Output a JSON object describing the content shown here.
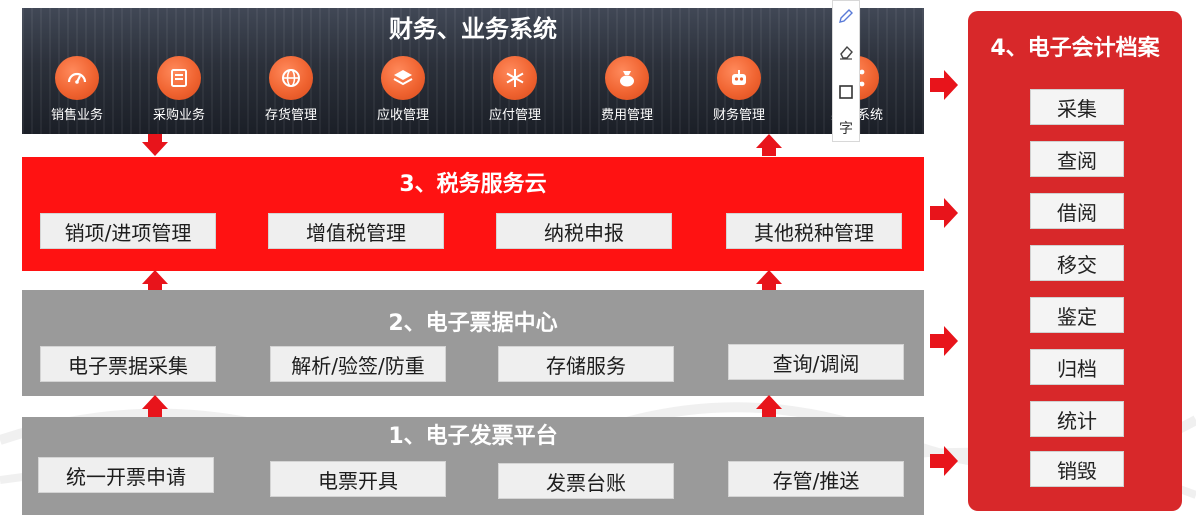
{
  "business_systems": {
    "title": "财务、业务系统",
    "items": [
      {
        "label": "销售业务",
        "icon": "gauge-icon"
      },
      {
        "label": "采购业务",
        "icon": "document-icon"
      },
      {
        "label": "存货管理",
        "icon": "globe-icon"
      },
      {
        "label": "应收管理",
        "icon": "layers-icon"
      },
      {
        "label": "应付管理",
        "icon": "snowflake-icon"
      },
      {
        "label": "费用管理",
        "icon": "money-bag-icon"
      },
      {
        "label": "财务管理",
        "icon": "robot-icon"
      },
      {
        "label": "办公系统",
        "icon": "share-icon"
      }
    ]
  },
  "tax_cloud": {
    "title": "3、税务服务云",
    "items": [
      "销项/进项管理",
      "增值税管理",
      "纳税申报",
      "其他税种管理"
    ]
  },
  "ebill_center": {
    "title": "2、电子票据中心",
    "items": [
      "电子票据采集",
      "解析/验签/防重",
      "存储服务",
      "查询/调阅"
    ]
  },
  "einvoice_platform": {
    "title": "1、电子发票平台",
    "items": [
      "统一开票申请",
      "电票开具",
      "发票台账",
      "存管/推送"
    ]
  },
  "archive": {
    "title": "4、电子会计档案",
    "items": [
      "采集",
      "查阅",
      "借阅",
      "移交",
      "鉴定",
      "归档",
      "统计",
      "销毁"
    ]
  },
  "toolbar": {
    "text_tool_label": "字",
    "tools": [
      "pen-icon",
      "eraser-icon",
      "rectangle-icon",
      "text-icon"
    ]
  },
  "colors": {
    "tax_red": "#ff1212",
    "archive_red": "#d8282a",
    "layer_gray": "#9a9a9a",
    "icon_orange": "#f06431",
    "arrow_red": "#e8141b"
  }
}
